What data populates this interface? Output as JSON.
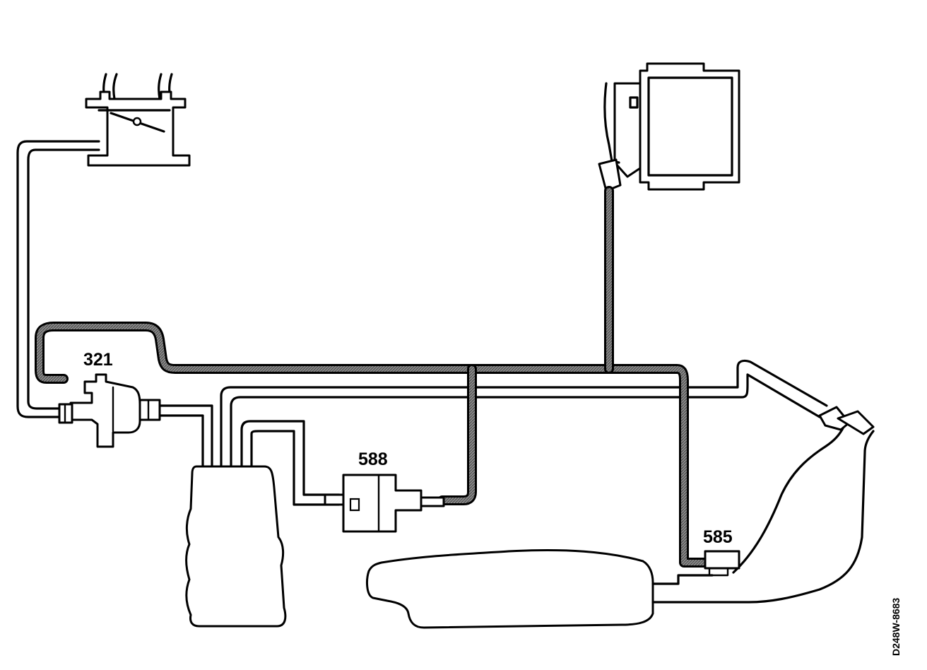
{
  "labels": {
    "valve_321": "321",
    "canister_588": "588",
    "sensor_585": "585"
  },
  "drawing_code": "D248W-8683",
  "colors": {
    "ink": "#000000",
    "vacuum_hose_fill": "#6e6e6e",
    "background": "#ffffff"
  }
}
